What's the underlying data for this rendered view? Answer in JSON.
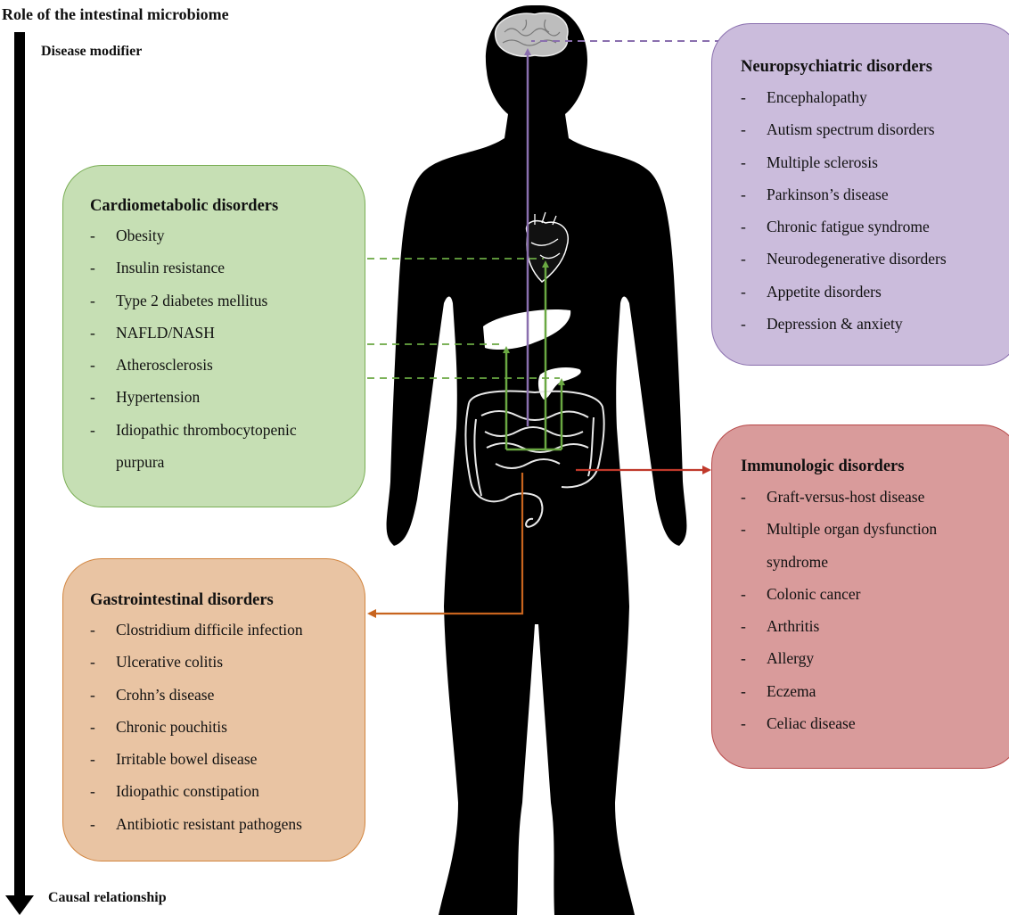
{
  "title": "Role of the intestinal microbiome",
  "axis": {
    "top_label": "Disease modifier",
    "bottom_label": "Causal relationship"
  },
  "panels": {
    "cardiometabolic": {
      "title": "Cardiometabolic disorders",
      "items": [
        "Obesity",
        "Insulin resistance",
        "Type 2 diabetes mellitus",
        "NAFLD/NASH",
        "Atherosclerosis",
        "Hypertension",
        "Idiopathic thrombocytopenic",
        "purpura"
      ]
    },
    "neuropsychiatric": {
      "title": "Neuropsychiatric disorders",
      "items": [
        "Encephalopathy",
        "Autism spectrum disorders",
        "Multiple sclerosis",
        "Parkinson’s disease",
        "Chronic fatigue syndrome",
        "Neurodegenerative disorders",
        "Appetite disorders",
        "Depression & anxiety"
      ]
    },
    "gastrointestinal": {
      "title": "Gastrointestinal disorders",
      "items": [
        "Clostridium difficile infection",
        "Ulcerative colitis",
        "Crohn’s disease",
        "Chronic pouchitis",
        "Irritable bowel disease",
        "Idiopathic constipation",
        "Antibiotic resistant pathogens"
      ]
    },
    "immunologic": {
      "title": "Immunologic disorders",
      "items": [
        "Graft-versus-host disease",
        "Multiple organ dysfunction",
        "syndrome",
        "Colonic cancer",
        "Arthritis",
        "Allergy",
        "Eczema",
        "Celiac disease"
      ]
    }
  },
  "colors": {
    "cardio_fill": "#c6dfb4",
    "cardio_line": "#7aae55",
    "neuro_fill": "#cbbcdc",
    "neuro_line": "#8a6fae",
    "gastro_fill": "#e9c4a3",
    "gastro_line": "#d2853f",
    "immuno_fill": "#d99b9b",
    "immuno_line": "#b74848",
    "body": "#000000"
  },
  "icons": [
    "brain-icon",
    "heart-icon",
    "liver-icon",
    "pancreas-icon",
    "intestine-icon"
  ]
}
